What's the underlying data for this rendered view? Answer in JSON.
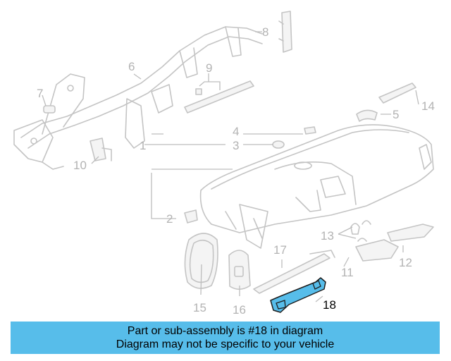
{
  "callouts": {
    "c1": "1",
    "c2": "2",
    "c3": "3",
    "c4": "4",
    "c5": "5",
    "c6": "6",
    "c7": "7",
    "c8": "8",
    "c9": "9",
    "c10": "10",
    "c11": "11",
    "c12": "12",
    "c13": "13",
    "c14": "14",
    "c15": "15",
    "c16": "16",
    "c17": "17",
    "c18": "18"
  },
  "highlighted_part": "18",
  "colors": {
    "highlight": "#57bdea",
    "banner": "#57bdea",
    "part_line": "#c4c4c4",
    "callout": "#b3b3b3"
  },
  "banner": {
    "line1": "Part or sub-assembly is #18 in diagram",
    "line2": "Diagram may not be specific to your vehicle"
  }
}
